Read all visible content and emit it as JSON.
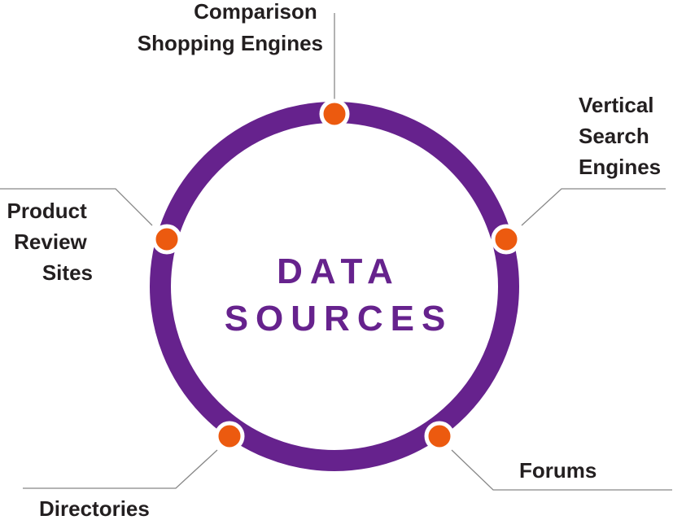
{
  "title": {
    "line1": "DATA",
    "line2": "SOURCES"
  },
  "sources": [
    {
      "id": "comparison-shopping-engines",
      "lines": [
        "Comparison",
        "Shopping Engines"
      ]
    },
    {
      "id": "vertical-search-engines",
      "lines": [
        "Vertical",
        "Search",
        "Engines"
      ]
    },
    {
      "id": "forums",
      "lines": [
        "Forums"
      ]
    },
    {
      "id": "directories",
      "lines": [
        "Directories"
      ]
    },
    {
      "id": "product-review-sites",
      "lines": [
        "Product",
        "Review",
        "Sites"
      ]
    }
  ],
  "colors": {
    "ring": "#66228d",
    "node": "#ec5a0f",
    "node_border": "#ffffff",
    "connector": "#888888",
    "label_text": "#231f20",
    "center_text": "#66228d"
  }
}
